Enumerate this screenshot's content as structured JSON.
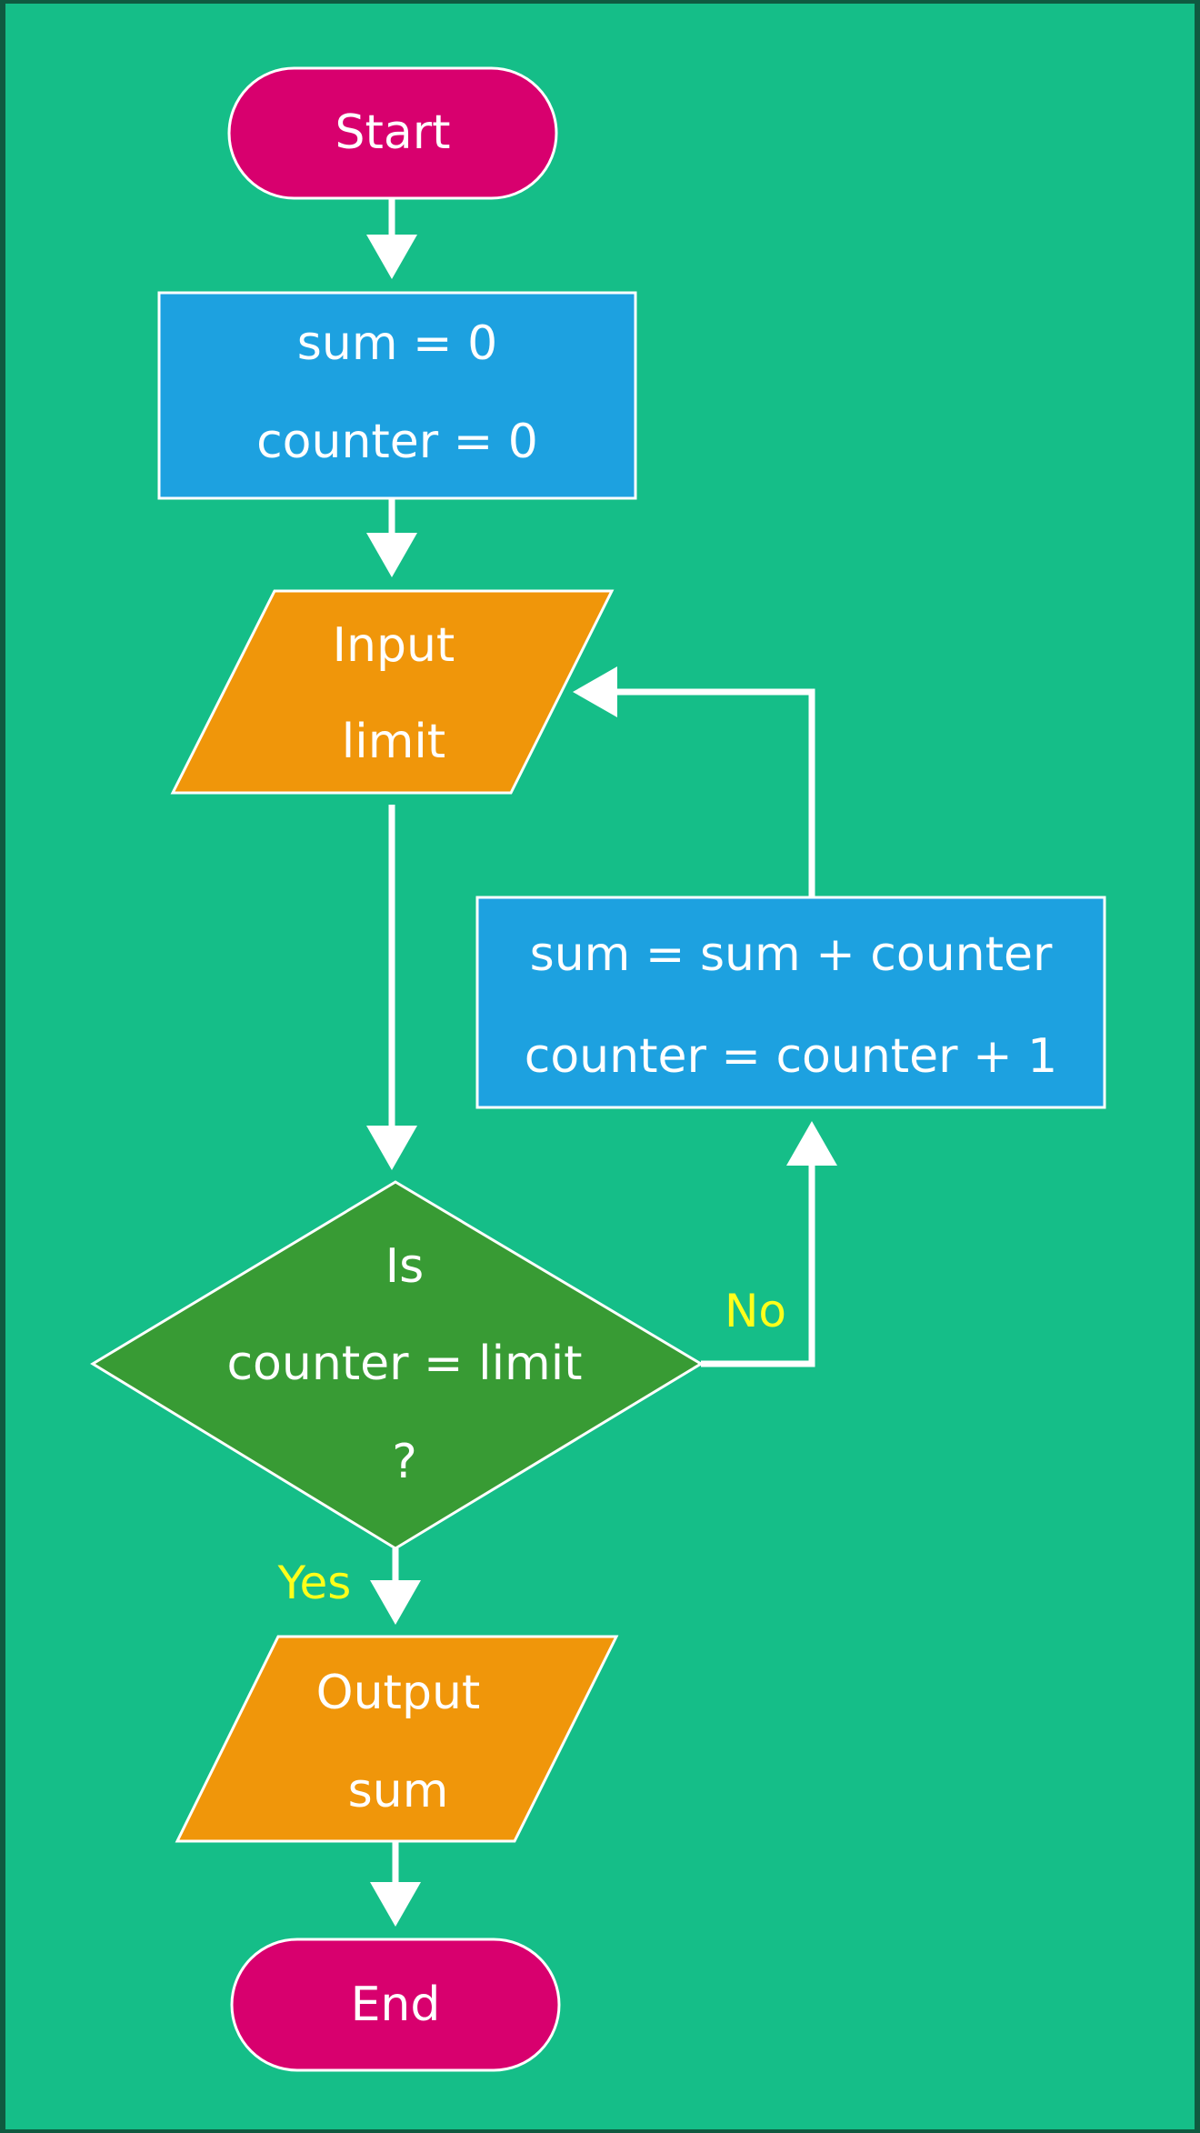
{
  "colors": {
    "background": "#15be88",
    "terminal": "#d8006e",
    "process": "#1da1e0",
    "io": "#f0960a",
    "decision": "#389b34",
    "label": "#ffff1a",
    "line": "#ffffff"
  },
  "nodes": {
    "start": {
      "label": "Start"
    },
    "init": {
      "line1": "sum = 0",
      "line2": "counter = 0"
    },
    "input": {
      "line1": "Input",
      "line2": "limit"
    },
    "update": {
      "line1": "sum = sum + counter",
      "line2": "counter = counter + 1"
    },
    "decision": {
      "line1": "Is",
      "line2": "counter = limit",
      "line3": "?"
    },
    "output": {
      "line1": "Output",
      "line2": "sum"
    },
    "end": {
      "label": "End"
    }
  },
  "edges": {
    "no_label": "No",
    "yes_label": "Yes"
  }
}
